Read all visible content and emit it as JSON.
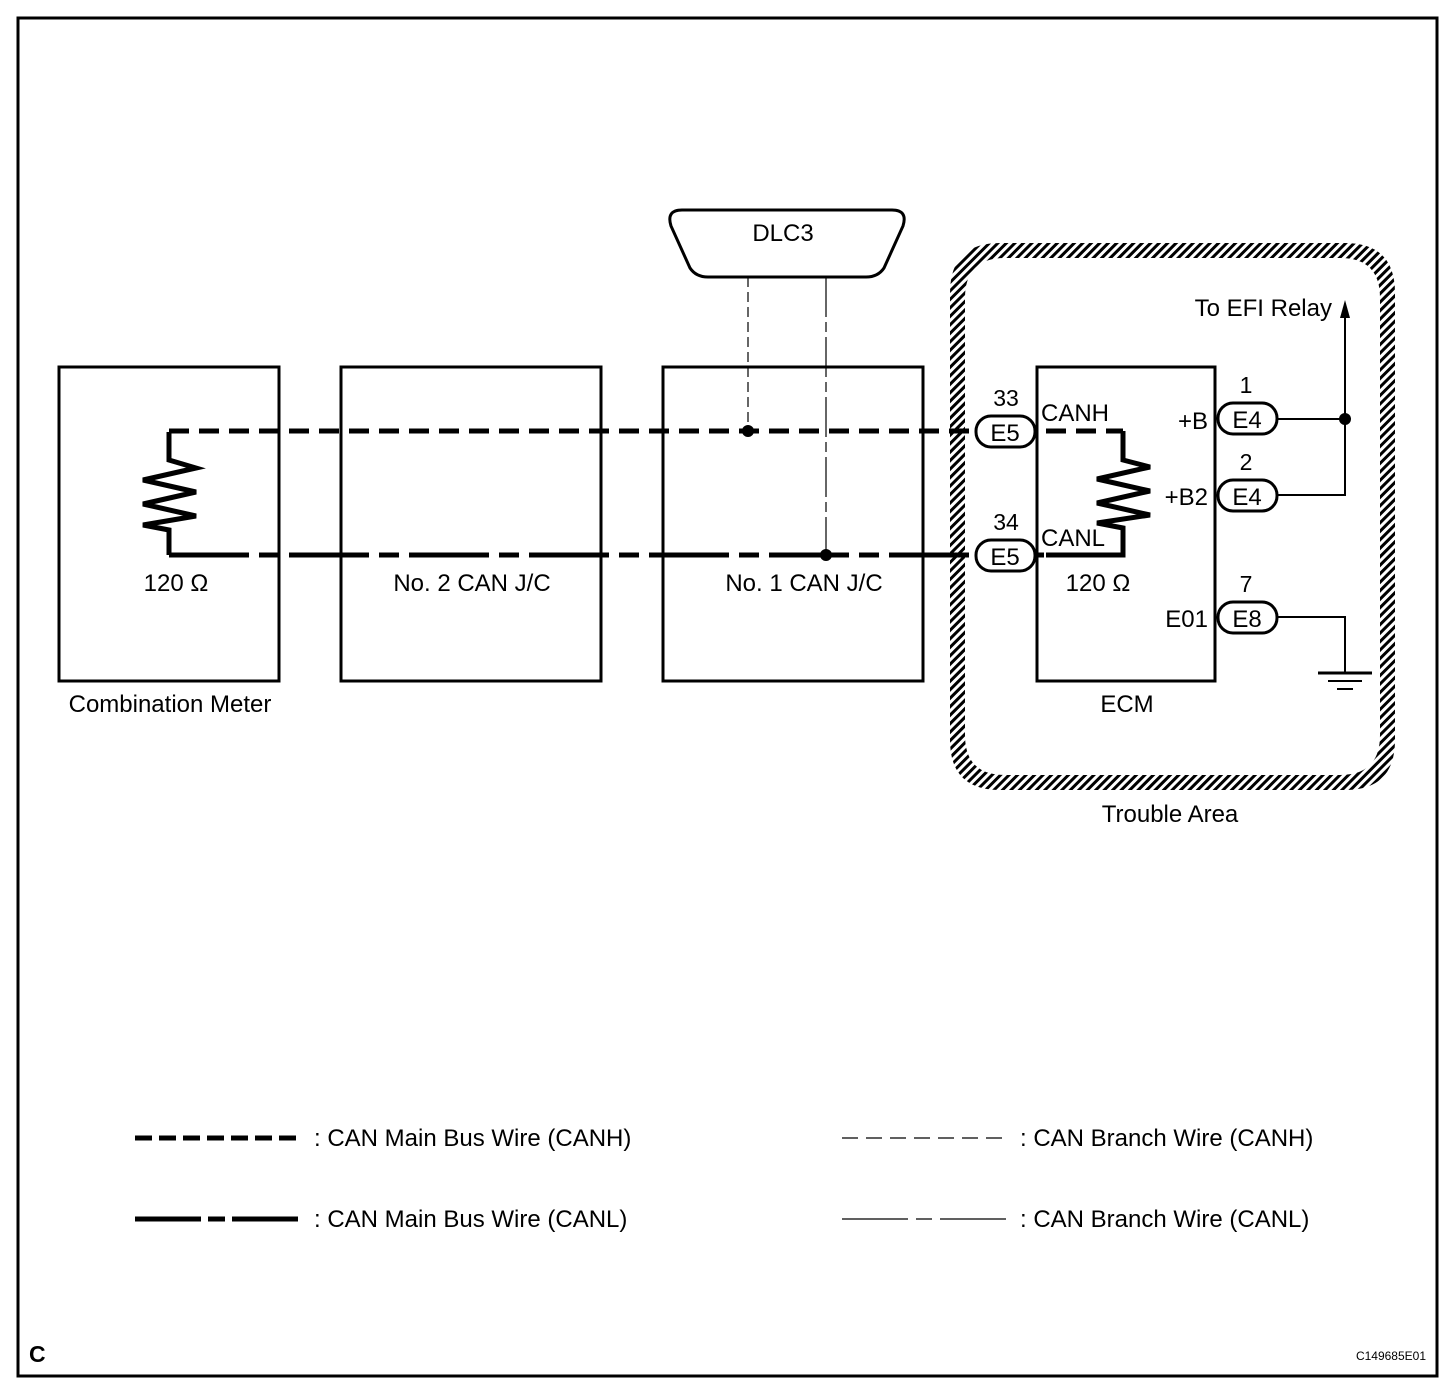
{
  "diagram": {
    "figure_tag": "C",
    "figure_id": "C149685E01",
    "components": {
      "combination_meter": {
        "label": "Combination Meter",
        "resistor": "120 Ω"
      },
      "no2_jc": {
        "label": "No. 2 CAN J/C"
      },
      "no1_jc": {
        "label": "No. 1 CAN J/C"
      },
      "dlc3": {
        "label": "DLC3"
      },
      "ecm": {
        "label": "ECM",
        "resistor": "120 Ω",
        "terminals": {
          "canh": "CANH",
          "canl": "CANL",
          "b": "+B",
          "b2": "+B2",
          "e01": "E01"
        }
      },
      "trouble_area": {
        "label": "Trouble Area"
      },
      "efi_relay": {
        "label": "To EFI Relay"
      }
    },
    "connectors": [
      {
        "pin": "33",
        "connector": "E5",
        "signal": "CANH"
      },
      {
        "pin": "34",
        "connector": "E5",
        "signal": "CANL"
      },
      {
        "pin": "1",
        "connector": "E4",
        "signal": "+B"
      },
      {
        "pin": "2",
        "connector": "E4",
        "signal": "+B2"
      },
      {
        "pin": "7",
        "connector": "E8",
        "signal": "E01"
      }
    ],
    "legend": [
      {
        "label": ": CAN Main Bus Wire (CANH)",
        "style": "main-canh"
      },
      {
        "label": ": CAN Main Bus Wire (CANL)",
        "style": "main-canl"
      },
      {
        "label": ": CAN Branch Wire (CANH)",
        "style": "branch-canh"
      },
      {
        "label": ": CAN Branch Wire (CANL)",
        "style": "branch-canl"
      }
    ]
  }
}
